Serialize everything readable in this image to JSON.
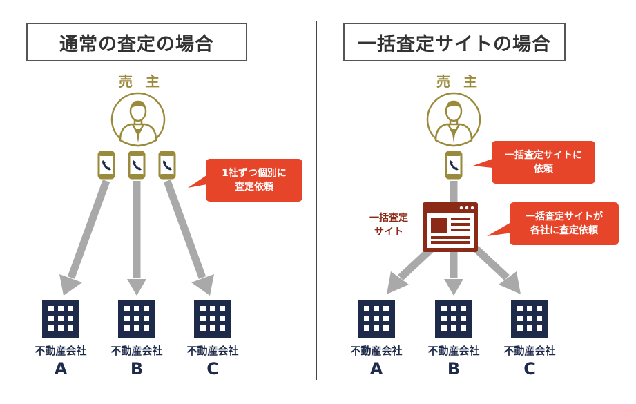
{
  "left": {
    "title": "通常の査定の場合",
    "seller_label": "売 主",
    "callout": [
      "1社ずつ個別に",
      "査定依頼"
    ],
    "companies": [
      {
        "name": "不動産会社",
        "letter": "A"
      },
      {
        "name": "不動産会社",
        "letter": "B"
      },
      {
        "name": "不動産会社",
        "letter": "C"
      }
    ]
  },
  "right": {
    "title": "一括査定サイトの場合",
    "seller_label": "売 主",
    "callout_top": [
      "一括査定サイトに",
      "依頼"
    ],
    "callout_mid": [
      "一括査定サイトが",
      "各社に査定依頼"
    ],
    "site_label": [
      "一括査定",
      "サイト"
    ],
    "companies": [
      {
        "name": "不動産会社",
        "letter": "A"
      },
      {
        "name": "不動産会社",
        "letter": "B"
      },
      {
        "name": "不動産会社",
        "letter": "C"
      }
    ]
  },
  "colors": {
    "gold": "#9a8a3b",
    "red": "#e6452a",
    "navy": "#1e2a4a",
    "arrow": "#a9a9a9",
    "site_brown": "#8b2a17"
  },
  "icons": [
    "person-icon",
    "phone-icon",
    "building-icon",
    "website-icon"
  ]
}
